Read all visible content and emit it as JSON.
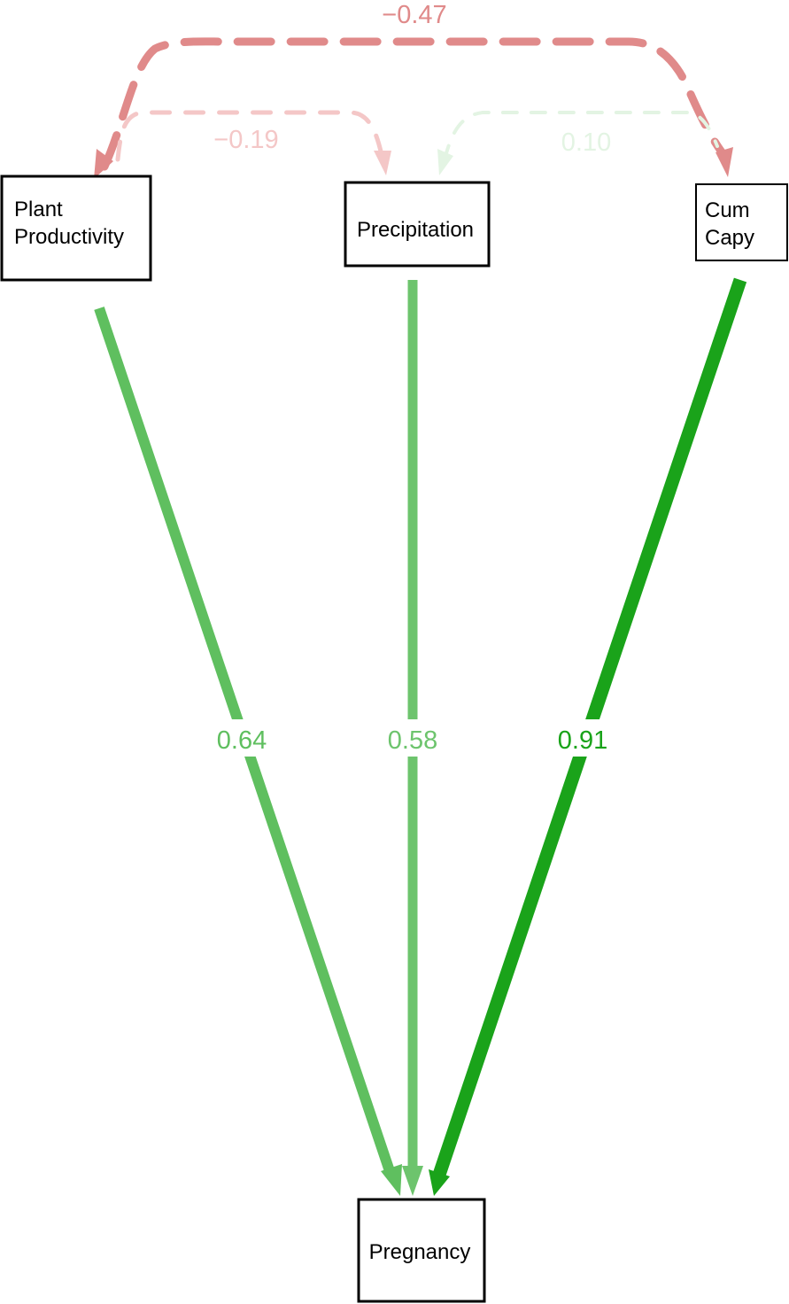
{
  "nodes": {
    "plant_productivity": {
      "lines": [
        "Plant",
        "Productivity"
      ]
    },
    "precipitation": {
      "lines": [
        "Precipitation"
      ]
    },
    "cum_capy": {
      "lines": [
        "Cum",
        "Capy"
      ]
    },
    "pregnancy": {
      "lines": [
        "Pregnancy"
      ]
    }
  },
  "edges": {
    "plant_to_pregnancy": {
      "from": "Plant Productivity",
      "to": "Pregnancy",
      "label": "0.64",
      "value": 0.64,
      "color": "#5fbf5f"
    },
    "precip_to_pregnancy": {
      "from": "Precipitation",
      "to": "Pregnancy",
      "label": "0.58",
      "value": 0.58,
      "color": "#6dc46d"
    },
    "capy_to_pregnancy": {
      "from": "Cum Capy",
      "to": "Pregnancy",
      "label": "0.91",
      "value": 0.91,
      "color": "#1aa31a"
    },
    "plant_capy_cov": {
      "from": "Plant Productivity",
      "to": "Cum Capy",
      "label": "−0.47",
      "value": -0.47,
      "color": "#e08a8a"
    },
    "plant_precip_cov": {
      "from": "Plant Productivity",
      "to": "Precipitation",
      "label": "−0.19",
      "value": -0.19,
      "color": "#f4c7c7"
    },
    "precip_capy_cov": {
      "from": "Precipitation",
      "to": "Cum Capy",
      "label": "0.10",
      "value": 0.1,
      "color": "#e3f4e3"
    }
  }
}
